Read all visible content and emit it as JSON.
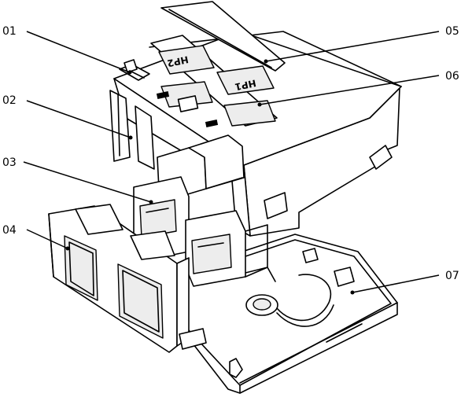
{
  "callouts": [
    {
      "id": "01",
      "label": "01"
    },
    {
      "id": "02",
      "label": "02"
    },
    {
      "id": "03",
      "label": "03"
    },
    {
      "id": "04",
      "label": "04"
    },
    {
      "id": "05",
      "label": "05"
    },
    {
      "id": "06",
      "label": "06"
    },
    {
      "id": "07",
      "label": "07"
    }
  ],
  "port_tags": {
    "left": "HP2",
    "right": "HP1"
  },
  "colors": {
    "line": "#000000",
    "background": "#ffffff"
  }
}
